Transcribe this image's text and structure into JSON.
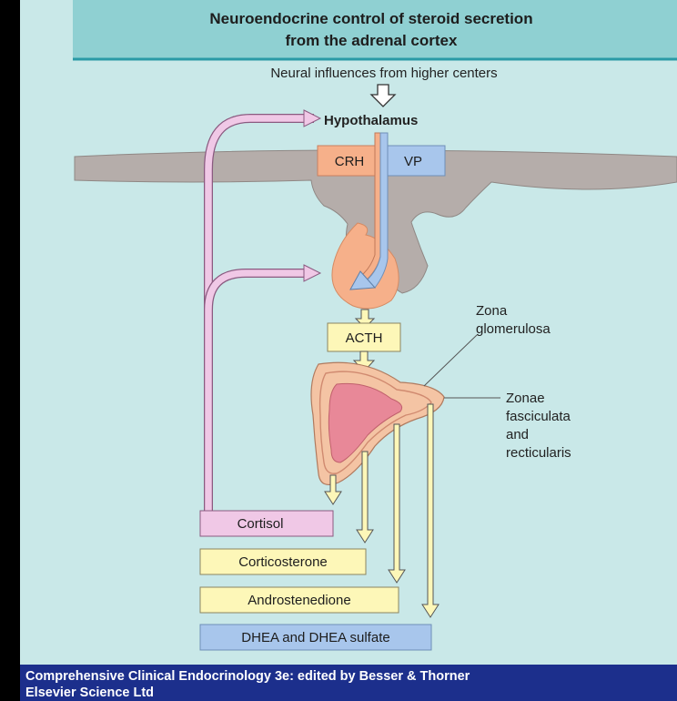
{
  "title": {
    "line1": "Neuroendocrine control of steroid secretion",
    "line2": "from the adrenal cortex"
  },
  "labels": {
    "neural_influences": "Neural influences from higher centers",
    "hypothalamus": "Hypothalamus",
    "crh": "CRH",
    "vp": "VP",
    "acth": "ACTH",
    "zona_glomerulosa_line1": "Zona",
    "zona_glomerulosa_line2": "glomerulosa",
    "zonae_line1": "Zonae",
    "zonae_line2": "fasciculata",
    "zonae_line3": "and",
    "zonae_line4": "recticularis"
  },
  "outputs": {
    "cortisol": "Cortisol",
    "corticosterone": "Corticosterone",
    "androstenedione": "Androstenedione",
    "dhea": "DHEA and DHEA sulfate"
  },
  "footer": {
    "line1": "Comprehensive Clinical Endocrinology 3e: edited by Besser & Thorner",
    "line2": "Elsevier Science Ltd"
  },
  "colors": {
    "background": "#c9e8e8",
    "title_band": "#8fd0d2",
    "title_rule": "#2a9aa6",
    "pink": "#f0c8e6",
    "yellow": "#fdf7b8",
    "blue": "#a8c6ec",
    "salmon": "#f6b08a",
    "brain": "#b5adaa",
    "cortex_outer": "#f4c4a4",
    "cortex_inner": "#e88898",
    "footer_band": "#1c2f8c"
  }
}
